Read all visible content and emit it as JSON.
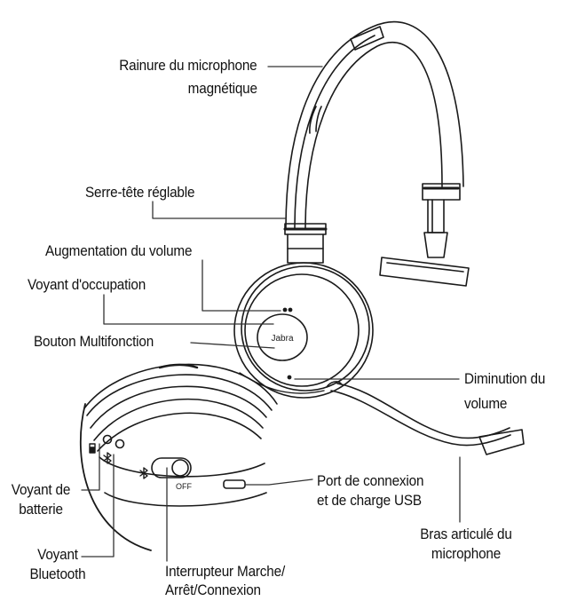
{
  "labels": {
    "mic_groove": [
      "Rainure du microphone",
      "magnétique"
    ],
    "headband": "Serre-tête réglable",
    "volume_up": "Augmentation du volume",
    "busy_light": "Voyant d'occupation",
    "multifunction": "Bouton Multifonction",
    "volume_down": [
      "Diminution du",
      "volume"
    ],
    "battery_led": [
      "Voyant de",
      "batterie"
    ],
    "bluetooth_led": [
      "Voyant",
      "Bluetooth"
    ],
    "power_switch": [
      "Interrupteur Marche/",
      "Arrêt/Connexion"
    ],
    "usb_port": [
      "Port de connexion",
      "et de charge USB"
    ],
    "boom_arm": [
      "Bras articulé du",
      "microphone"
    ]
  },
  "device_markings": {
    "brand": "Jabra",
    "switch_off": "OFF"
  },
  "icons": [
    "bluetooth-icon",
    "battery-icon"
  ]
}
